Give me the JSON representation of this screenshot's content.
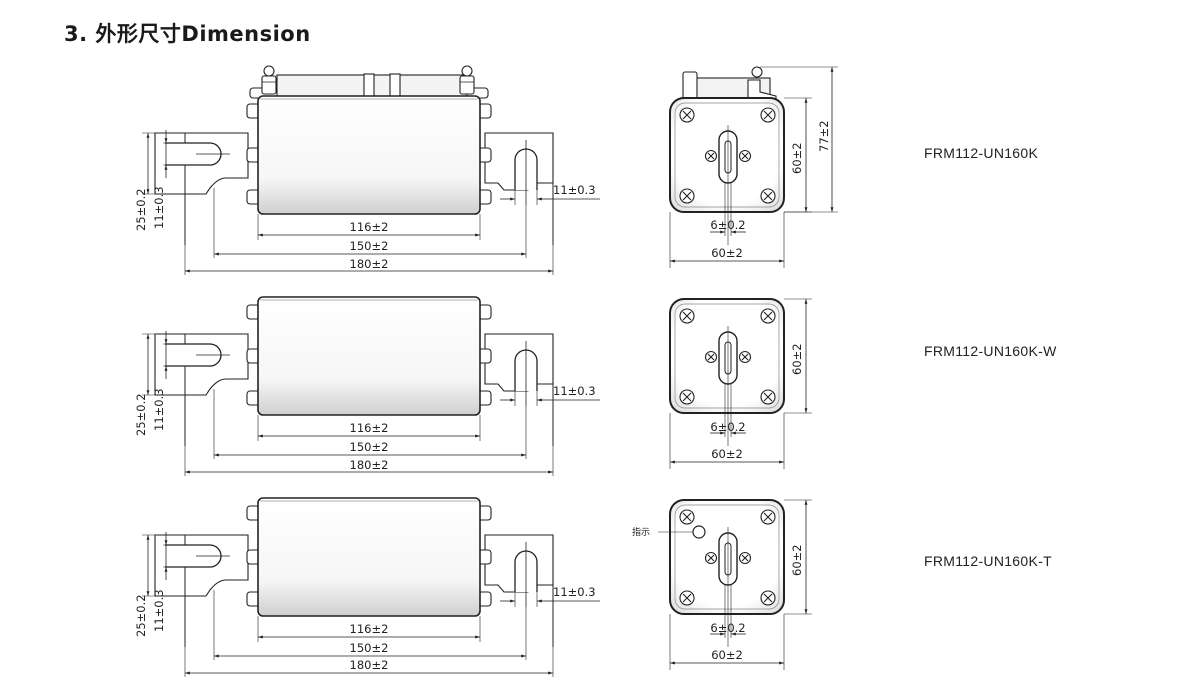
{
  "title": "3. 外形尺寸Dimension",
  "dims": {
    "body_length": "116±2",
    "contact_span": "150±2",
    "overall_length": "180±2",
    "blade_width": "25±0.2",
    "slot_width": "11±0.3",
    "slot_height": "11±0.3",
    "end_width": "60±2",
    "end_height": "60±2",
    "total_height": "77±2",
    "slot_center": "6±0.2"
  },
  "indicator_label": "指示",
  "models": [
    {
      "name": "FRM112-UN160K"
    },
    {
      "name": "FRM112-UN160K-W"
    },
    {
      "name": "FRM112-UN160K-T"
    }
  ]
}
